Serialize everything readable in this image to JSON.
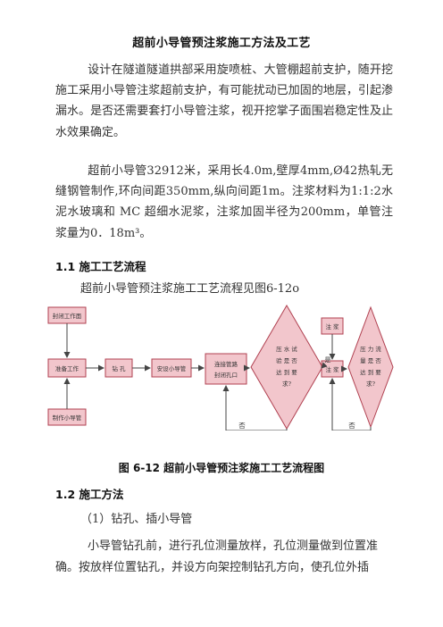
{
  "document": {
    "title": "超前小导管预注浆施工方法及工艺",
    "intro_p1": "设计在隧道隧道拱部采用旋喷桩、大管棚超前支护，随开挖施工采用小导管注浆超前支护，有可能扰动已加固的地层，引起渗漏水。是否还需要套打小导管注浆，视开挖掌子面围岩稳定性及止水效果确定。",
    "intro_p2": "超前小导管32912米，采用长4.0m,壁厚4mm,Ø42热轧无缝钢管制作,环向间距350mm,纵向间距1m。注浆材料为1:1:2水泥水玻璃和 MC 超细水泥浆，注浆加固半径为200mm，单管注浆量为0．18m³。",
    "section_1_1": "1.1 施工工艺流程",
    "section_1_1_text": "超前小导管预注浆施工工艺流程见图6-12o",
    "figure_caption": "图 6-12 超前小导管预注浆施工工艺流程图",
    "section_1_2": "1.2 施工方法",
    "step_1": "（1）钻孔、插小导管",
    "last_p_line1": "小导管钻孔前，进行孔位测量放样，孔位测量做到位置准",
    "last_p_line2": "确。按放样位置钻孔，并设方向架控制钻孔方向，使孔位外插"
  },
  "flowchart": {
    "box_seal": "封闭工作面",
    "box_prepare": "准备工作",
    "box_make_pipe": "制作小导管",
    "box_drill": "钻 孔",
    "box_install": "安设小导管",
    "box_connect_l1": "连接管路",
    "box_connect_l2": "封闭孔口",
    "diamond1_l1": "压 水 试",
    "diamond1_l2": "验 是 否",
    "diamond1_l3": "达 到 要",
    "diamond1_l4": "求?",
    "label_yes": "是",
    "box_grout_top": "注 浆",
    "box_grout": "注 浆",
    "diamond2_l1": "压 力 流",
    "diamond2_l2": "量 是 否",
    "diamond2_l3": "达 到 要",
    "diamond2_l4": "求?",
    "label_no_1": "否",
    "label_no_2": "否",
    "colors": {
      "box_fill": "#f2c6cc",
      "box_stroke": "#b04050",
      "line": "#444444"
    }
  }
}
